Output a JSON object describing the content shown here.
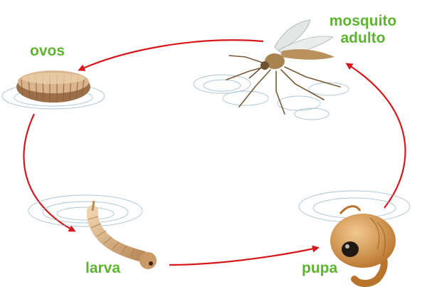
{
  "labels": {
    "ovos": "ovos",
    "mosquito_line1": "mosquito",
    "mosquito_line2": "adulto",
    "larva": "larva",
    "pupa": "pupa"
  },
  "colors": {
    "label": "#5db52e",
    "arrow": "#d7191c",
    "water_ring": "#8fb0c6",
    "egg_body": "#d9b48c",
    "egg_dark": "#9c6f48",
    "larva_body": "#d8b085",
    "pupa_body": "#d79a4a",
    "mosquito_body": "#a9834f",
    "mosquito_wing": "#dfe4e2"
  },
  "icons": [
    "egg-raft-illustration",
    "mosquito-illustration",
    "larva-illustration",
    "pupa-illustration"
  ]
}
